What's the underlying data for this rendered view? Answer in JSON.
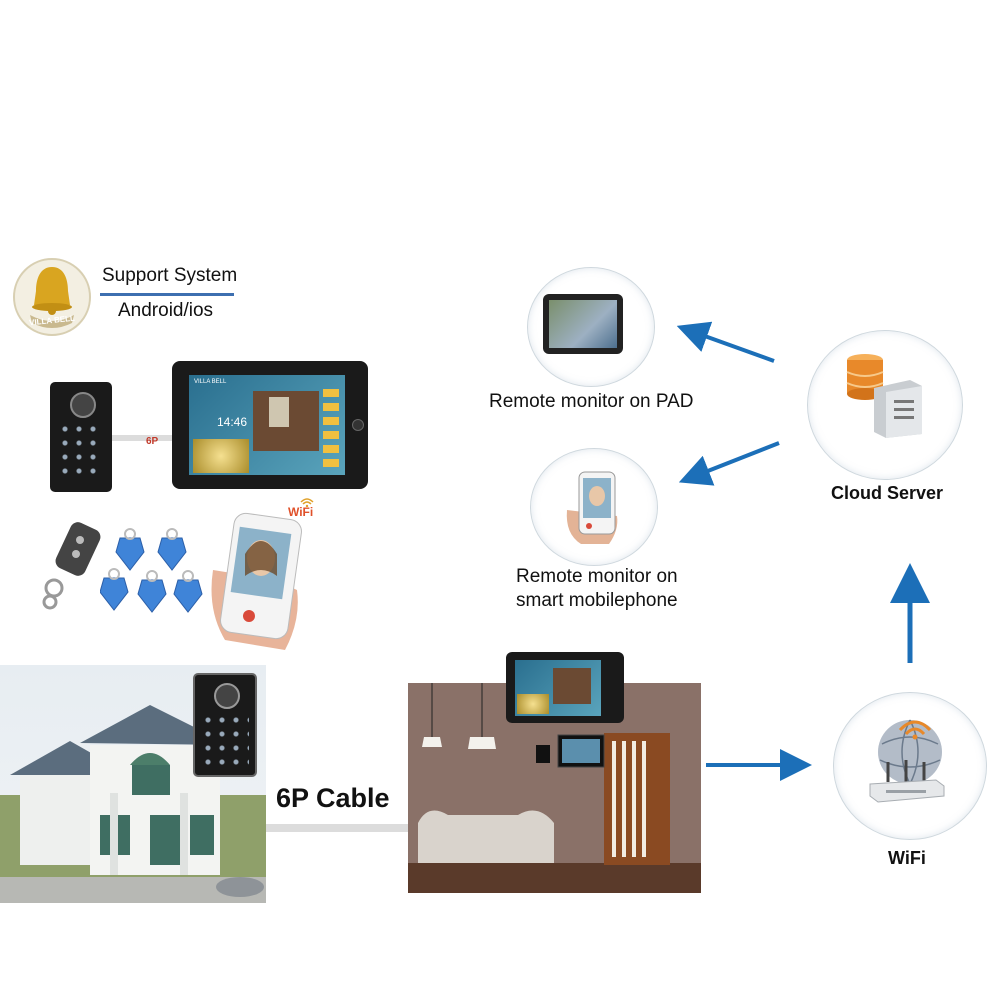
{
  "brand": {
    "logo_text": "VILLA BELL",
    "support_title": "Support System",
    "support_platforms": "Android/ios"
  },
  "labels": {
    "cable_6p_small": "6P",
    "wifi_badge": "WiFi",
    "cable_6p": "6P Cable",
    "pad": "Remote monitor on PAD",
    "phone_line1": "Remote monitor on",
    "phone_line2": "smart mobilephone",
    "cloud": "Cloud Server",
    "wifi": "WiFi"
  },
  "monitor_screen": {
    "brand": "VILLA BELL",
    "time": "14:46"
  },
  "colors": {
    "arrow": "#1c6fb8",
    "logo_gold": "#d9a520",
    "keyfob_blue": "#3f84d8",
    "wall": "#8a7168",
    "door": "#8a4a22"
  },
  "icons": [
    "bell-icon",
    "database-icon",
    "server-icon",
    "router-icon",
    "globe-icon",
    "wifi-signal-icon"
  ]
}
